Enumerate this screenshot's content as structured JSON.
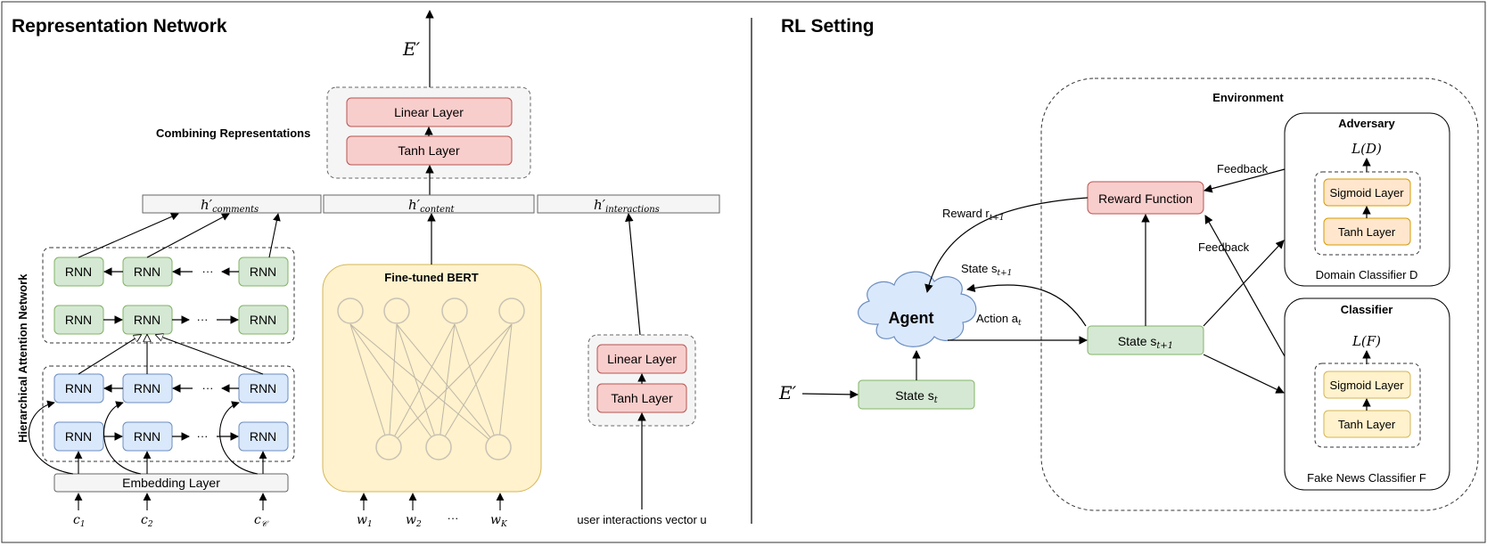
{
  "sections": {
    "left_title": "Representation Network",
    "right_title": "RL Setting"
  },
  "left": {
    "e_prime": "E′",
    "combining_label": "Combining Representations",
    "linear_layer": "Linear Layer",
    "tanh_layer": "Tanh Layer",
    "h_comments": "h′",
    "h_comments_sub": "comments",
    "h_content": "h′",
    "h_content_sub": "content",
    "h_interactions": "h′",
    "h_interactions_sub": "interactions",
    "han_label": "Hierarchical Attention Network",
    "rnn": "RNN",
    "dots": "···",
    "embedding_layer": "Embedding Layer",
    "c_inputs": [
      "c",
      "c",
      "c"
    ],
    "c_subs": [
      "1",
      "2",
      "𝒞"
    ],
    "bert_label": "Fine-tuned BERT",
    "w_inputs": [
      "w",
      "w",
      "w"
    ],
    "w_subs": [
      "1",
      "2",
      "K"
    ],
    "user_linear": "Linear Layer",
    "user_tanh": "Tanh Layer",
    "user_vector": "user interactions vector u"
  },
  "right": {
    "e_prime": "E′",
    "environment": "Environment",
    "agent": "Agent",
    "state_t": "State s",
    "state_t_sub": "t",
    "state_t1": "State s",
    "state_t1_sub": "t+1",
    "reward_function": "Reward Function",
    "reward_label": "Reward r",
    "reward_sub": "t+1",
    "state_arrow_label": "State s",
    "state_arrow_sub": "t+1",
    "action_label": "Action a",
    "action_sub": "t",
    "feedback_top": "Feedback",
    "feedback_bottom": "Feedback",
    "adversary": "Adversary",
    "adversary_loss": "L(D)",
    "adversary_sigmoid": "Sigmoid Layer",
    "adversary_tanh": "Tanh Layer",
    "domain_classifier": "Domain Classifier D",
    "classifier": "Classifier",
    "classifier_loss": "L(F)",
    "classifier_sigmoid": "Sigmoid Layer",
    "classifier_tanh": "Tanh Layer",
    "fake_news_classifier": "Fake News Classifier F"
  },
  "colors": {
    "red_fill": "#f8cecc",
    "red_stroke": "#b85450",
    "green_fill": "#d5e8d4",
    "green_stroke": "#82b366",
    "blue_fill": "#dae8fc",
    "blue_stroke": "#6c8ebf",
    "yellow_fill": "#fff2cc",
    "yellow_stroke": "#d6b656",
    "orange_fill": "#ffe6cc",
    "orange_stroke": "#d79b00",
    "gray_fill": "#f5f5f5",
    "gray_stroke": "#666666"
  }
}
